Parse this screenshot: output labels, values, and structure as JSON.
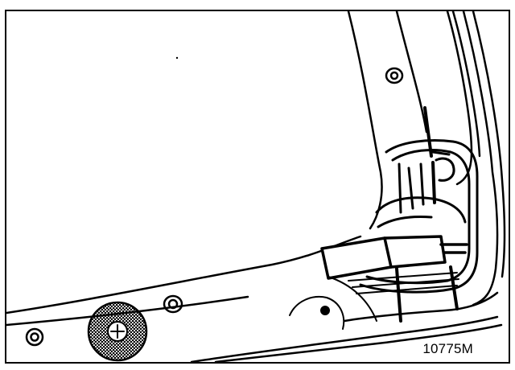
{
  "figure": {
    "reference_code": "10775M"
  },
  "colors": {
    "ink": "#000000",
    "paper": "#ffffff",
    "stipple": "#6a6a6a"
  },
  "icons": {
    "screw_head": "circle-in-circle",
    "grommet": "stippled-disc",
    "clip": "rectangular-tab"
  }
}
